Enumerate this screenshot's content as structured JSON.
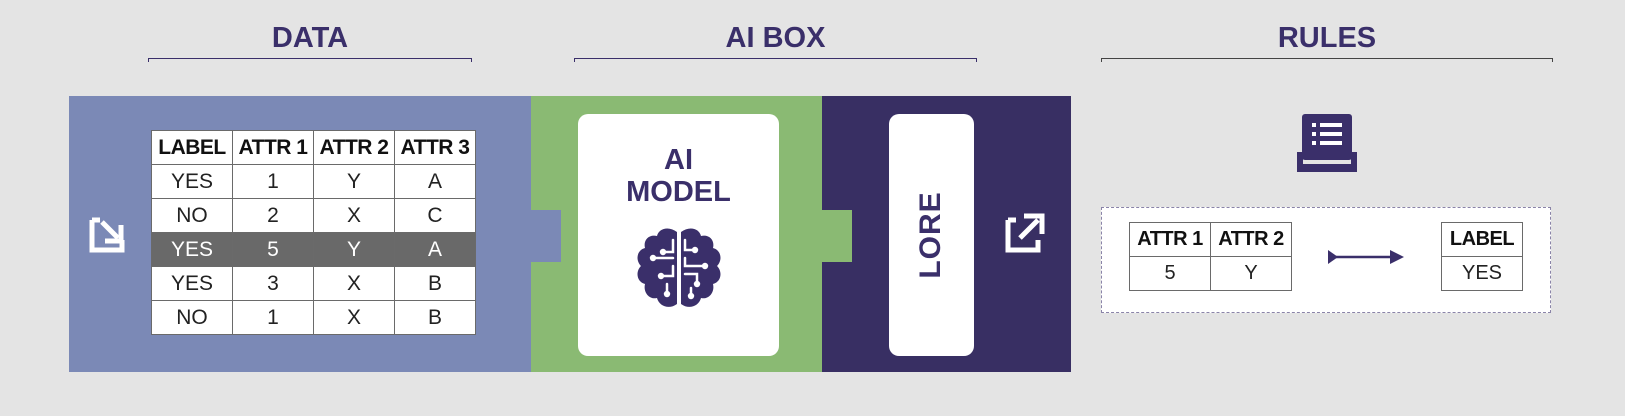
{
  "sections": {
    "data_title": "DATA",
    "ai_box_title": "AI BOX",
    "rules_title": "RULES"
  },
  "ai_box": {
    "model_line1": "AI",
    "model_line2": "MODEL",
    "lore_label": "LORE"
  },
  "data_table": {
    "headers": [
      "LABEL",
      "ATTR 1",
      "ATTR 2",
      "ATTR 3"
    ],
    "rows": [
      [
        "YES",
        "1",
        "Y",
        "A"
      ],
      [
        "NO",
        "2",
        "X",
        "C"
      ],
      [
        "YES",
        "5",
        "Y",
        "A"
      ],
      [
        "YES",
        "3",
        "X",
        "B"
      ],
      [
        "NO",
        "1",
        "X",
        "B"
      ]
    ],
    "highlighted_row": 2
  },
  "rule": {
    "condition_headers": [
      "ATTR 1",
      "ATTR 2"
    ],
    "condition_values": [
      "5",
      "Y"
    ],
    "label_header": "LABEL",
    "label_value": "YES"
  },
  "icons": {
    "input": "import-arrow-icon",
    "output": "export-arrow-icon",
    "brain": "brain-circuit-icon",
    "rules": "document-tray-icon",
    "arrow": "right-arrow-icon"
  },
  "colors": {
    "title": "#3a2f6a",
    "data_panel": "#7b89b6",
    "ai_panel": "#8aba73",
    "lore_panel": "#382f63",
    "highlight_row": "#696969",
    "background": "#e4e4e4"
  }
}
